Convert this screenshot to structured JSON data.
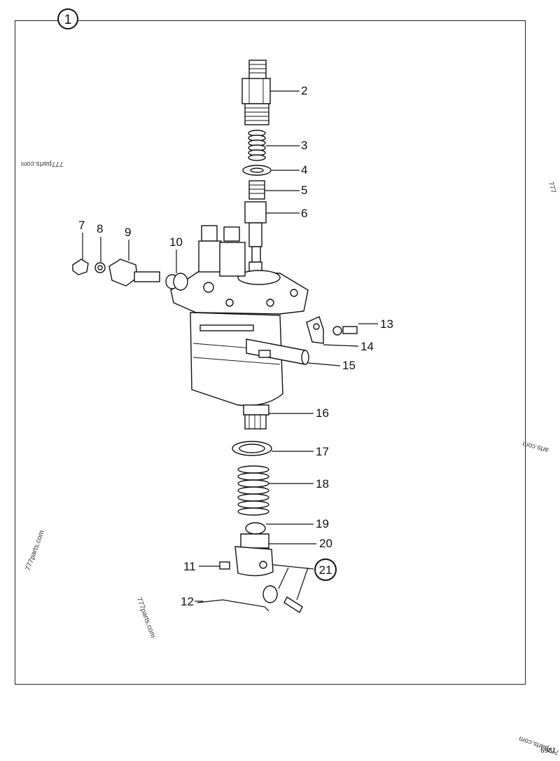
{
  "sheet": {
    "badge": "1",
    "drawing_number": "6981"
  },
  "callouts": [
    {
      "id": "2",
      "label": "2"
    },
    {
      "id": "3",
      "label": "3"
    },
    {
      "id": "4",
      "label": "4"
    },
    {
      "id": "5",
      "label": "5"
    },
    {
      "id": "6",
      "label": "6"
    },
    {
      "id": "7",
      "label": "7"
    },
    {
      "id": "8",
      "label": "8"
    },
    {
      "id": "9",
      "label": "9"
    },
    {
      "id": "10",
      "label": "10"
    },
    {
      "id": "11",
      "label": "11"
    },
    {
      "id": "12",
      "label": "12"
    },
    {
      "id": "13",
      "label": "13"
    },
    {
      "id": "14",
      "label": "14"
    },
    {
      "id": "15",
      "label": "15"
    },
    {
      "id": "16",
      "label": "16"
    },
    {
      "id": "17",
      "label": "17"
    },
    {
      "id": "18",
      "label": "18"
    },
    {
      "id": "19",
      "label": "19"
    },
    {
      "id": "20",
      "label": "20"
    },
    {
      "id": "21",
      "label": "21"
    }
  ],
  "watermarks": {
    "w1": "777parts.com",
    "w2": "777parts.com",
    "w3": "777parts.com",
    "w4": "arts.com",
    "w5": "777",
    "w6": "777parts.com"
  }
}
